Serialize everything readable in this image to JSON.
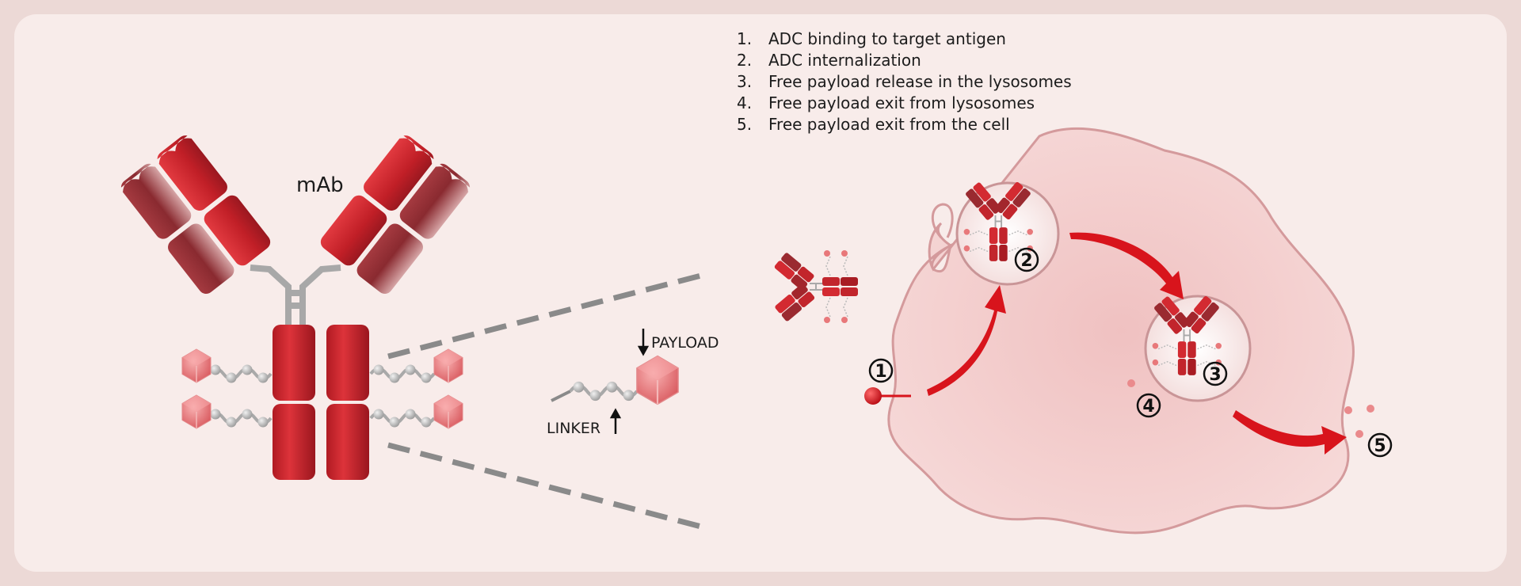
{
  "steps": [
    {
      "number": "1.",
      "text": "ADC binding to target antigen"
    },
    {
      "number": "2.",
      "text": "ADC internalization"
    },
    {
      "number": "3.",
      "text": "Free payload release in the lysosomes"
    },
    {
      "number": "4.",
      "text": "Free payload exit from lysosomes"
    },
    {
      "number": "5.",
      "text": "Free payload exit from the cell"
    }
  ],
  "labels": {
    "antibody": "mAb",
    "payload": "PAYLOAD",
    "linker": "LINKER"
  },
  "markers": [
    "1",
    "2",
    "3",
    "4",
    "5"
  ],
  "colors": {
    "antibody_red": "#c8242c",
    "antibody_dark": "#8e2a30",
    "payload_pink": "#e8787a",
    "cell_fill": "#f3cfcf",
    "cell_edge": "#d49a9c",
    "arrow_red": "#d8141c",
    "linker_gray": "#a8a8a8"
  }
}
